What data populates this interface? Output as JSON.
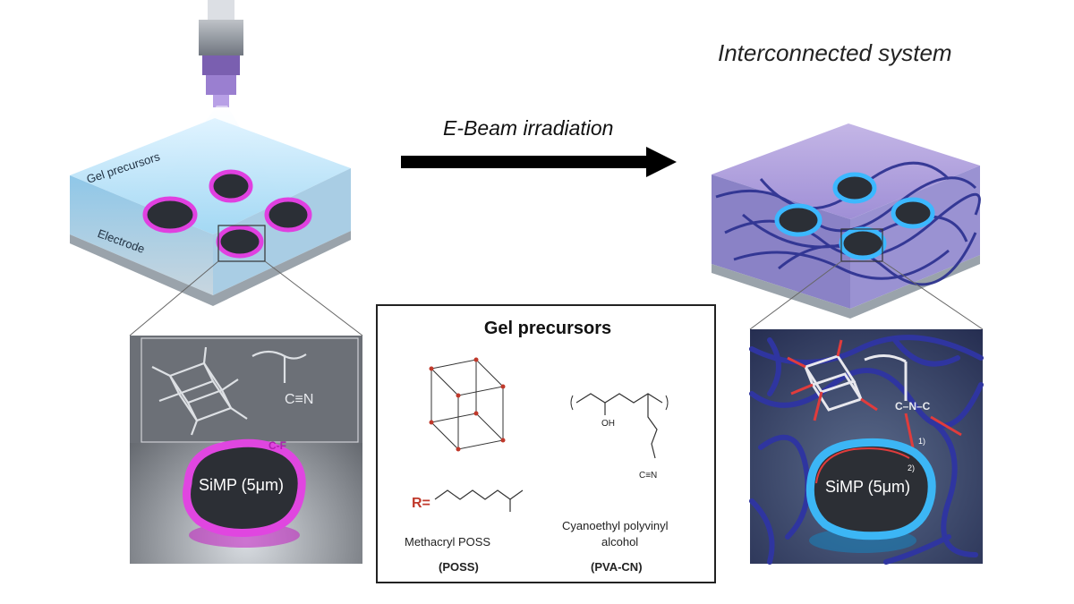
{
  "header": {
    "right_title": "Interconnected system",
    "arrow_label": "E-Beam irradiation"
  },
  "left_scene": {
    "gel_label": "Gel precursors",
    "electrode_label": "Electrode",
    "cf_label": "C-F",
    "particle_label": "SiMP (5μm)",
    "nitrile_label": "C≡N"
  },
  "panel": {
    "title": "Gel precursors",
    "r_prefix": "R=",
    "poss_name": "Methacryl POSS",
    "poss_abbr": "(POSS)",
    "pva_name_line1": "Cyanoethyl polyvinyl",
    "pva_name_line2": "alcohol",
    "pva_abbr": "(PVA-CN)",
    "oh": "OH",
    "cn": "C≡N"
  },
  "right_scene": {
    "particle_label": "SiMP (5μm)",
    "chain_label": "C–N–C",
    "bond1": "1)",
    "bond2": "2)"
  },
  "colors": {
    "gel": "#9fd8f5",
    "magenta": "#e040e0",
    "cyan_shell": "#3cb8ff",
    "fiber": "#2a2f8f",
    "arrow": "#000000"
  }
}
